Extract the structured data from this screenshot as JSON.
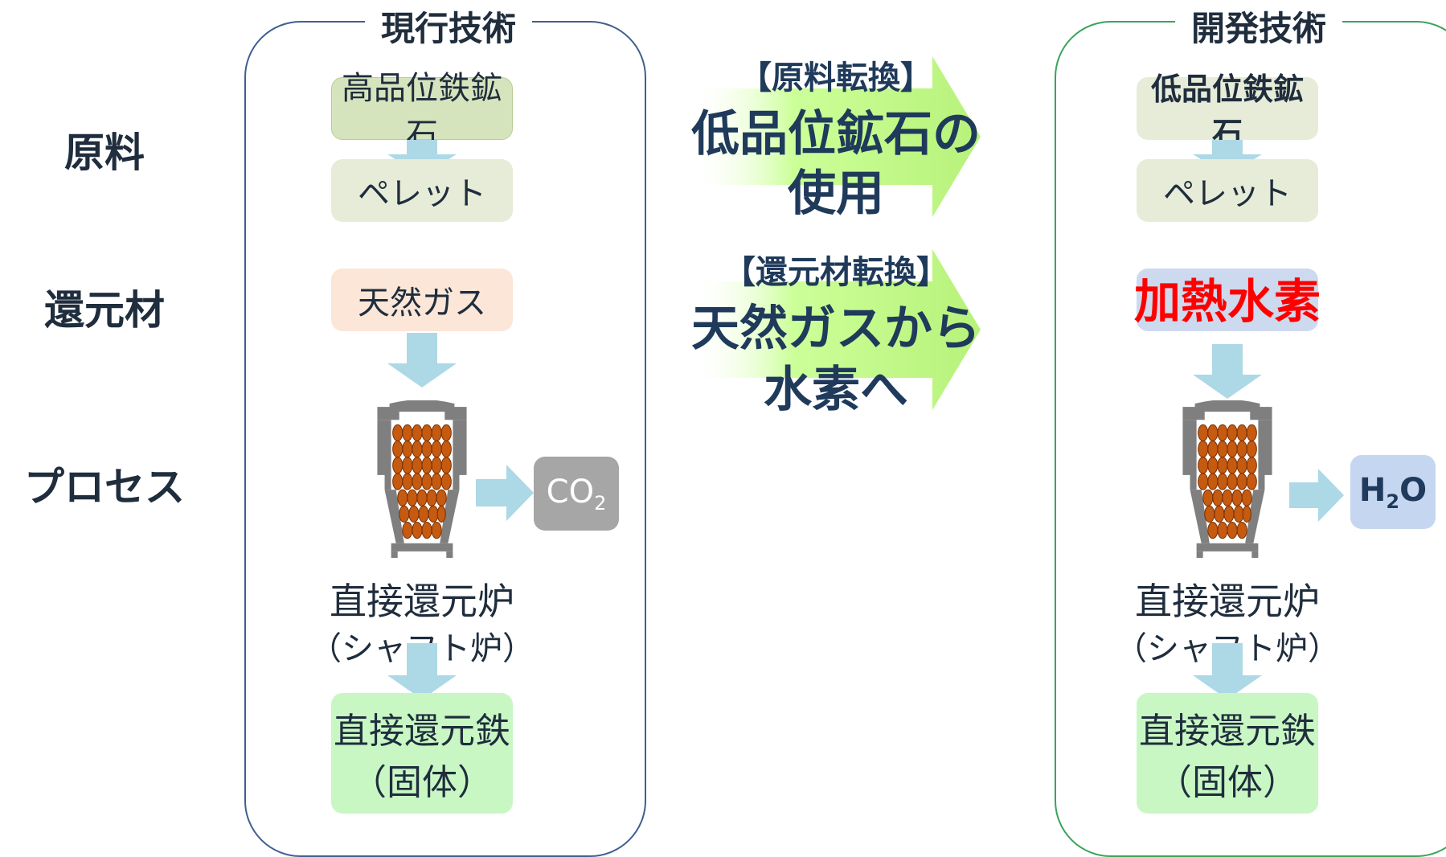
{
  "row_labels": {
    "raw": "原料",
    "reductant": "還元材",
    "process": "プロセス"
  },
  "current": {
    "title": "現行技術",
    "ore": "高品位鉄鉱石",
    "pellet": "ペレット",
    "reductant": "天然ガス",
    "furnace_line1": "直接還元炉",
    "furnace_line2": "（シャフト炉）",
    "emission_main": "CO",
    "emission_sub": "2",
    "product_line1": "直接還元鉄",
    "product_line2": "（固体）"
  },
  "developed": {
    "title": "開発技術",
    "ore": "低品位鉄鉱石",
    "pellet": "ペレット",
    "reductant": "加熱水素",
    "furnace_line1": "直接還元炉",
    "furnace_line2": "（シャフト炉）",
    "emission_main": "H",
    "emission_sub": "2",
    "emission_tail": "O",
    "product_line1": "直接還元鉄",
    "product_line2": "（固体）"
  },
  "conversions": {
    "raw_heading": "【原料転換】",
    "raw_line1": "低品位鉱石の",
    "raw_line2": "使用",
    "reductant_heading": "【還元材転換】",
    "reductant_line1": "天然ガスから",
    "reductant_line2": "水素へ"
  },
  "colors": {
    "panel_current_border": "#3f5f8f",
    "panel_developed_border": "#3aa35a",
    "ore_current": "#d6e4bd",
    "pellet": "#e6ecd8",
    "natural_gas": "#fbe6d8",
    "hydrogen_box": "#cdd9ee",
    "hydrogen_text": "#ff0000",
    "product": "#c9f7c4",
    "flow_arrow": "#add8e6",
    "co2_box": "#a6a6a6",
    "h2o_box": "#c5d6f0",
    "big_arrow": "#ccff99",
    "pellet_orange": "#c55a11",
    "furnace_gray": "#7f7f7f"
  }
}
